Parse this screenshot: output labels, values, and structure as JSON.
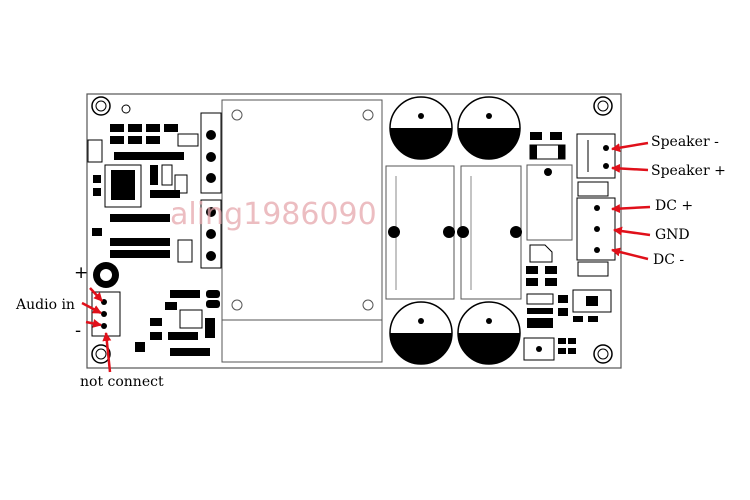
{
  "labels": {
    "speaker_minus": "Speaker -",
    "speaker_plus": "Speaker +",
    "dc_plus": "DC +",
    "gnd": "GND",
    "dc_minus": "DC -",
    "audio_in": "Audio in",
    "plus_sign": "+",
    "minus_sign": "-",
    "not_connect": "not connect"
  },
  "watermark": "aling1986090",
  "colors": {
    "board_outline": "#555555",
    "component": "#000000",
    "arrow": "#e0101a",
    "background": "#ffffff"
  }
}
